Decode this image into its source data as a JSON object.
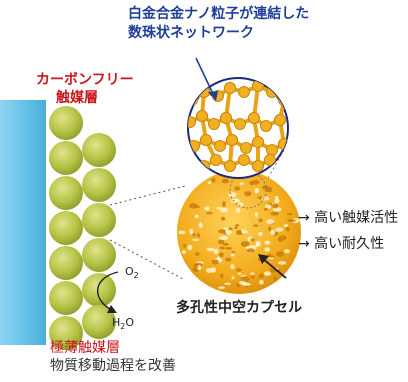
{
  "labels": {
    "network_line1": "白金合金ナノ粒子が連結した",
    "network_line2": "数珠状ネットワーク",
    "carbonfree_line1": "カーボンフリー",
    "carbonfree_line2": "触媒層",
    "prop_activity": "→ 高い触媒活性",
    "prop_durability": "→ 高い耐久性",
    "capsule": "多孔性中空カプセル",
    "thin_line1": "極薄触媒層",
    "thin_line2": "物質移動過程を改善"
  },
  "species": {
    "o2_main": "O",
    "o2_sub": "2",
    "h2o_h": "H",
    "h2o_sub": "2",
    "h2o_o": "O"
  },
  "colors": {
    "membrane": "#62bfe6",
    "particle": "#b5c244",
    "capsule_fill": "#f2aa1a",
    "title_blue": "#1f3f99",
    "title_red": "#c8161d"
  }
}
